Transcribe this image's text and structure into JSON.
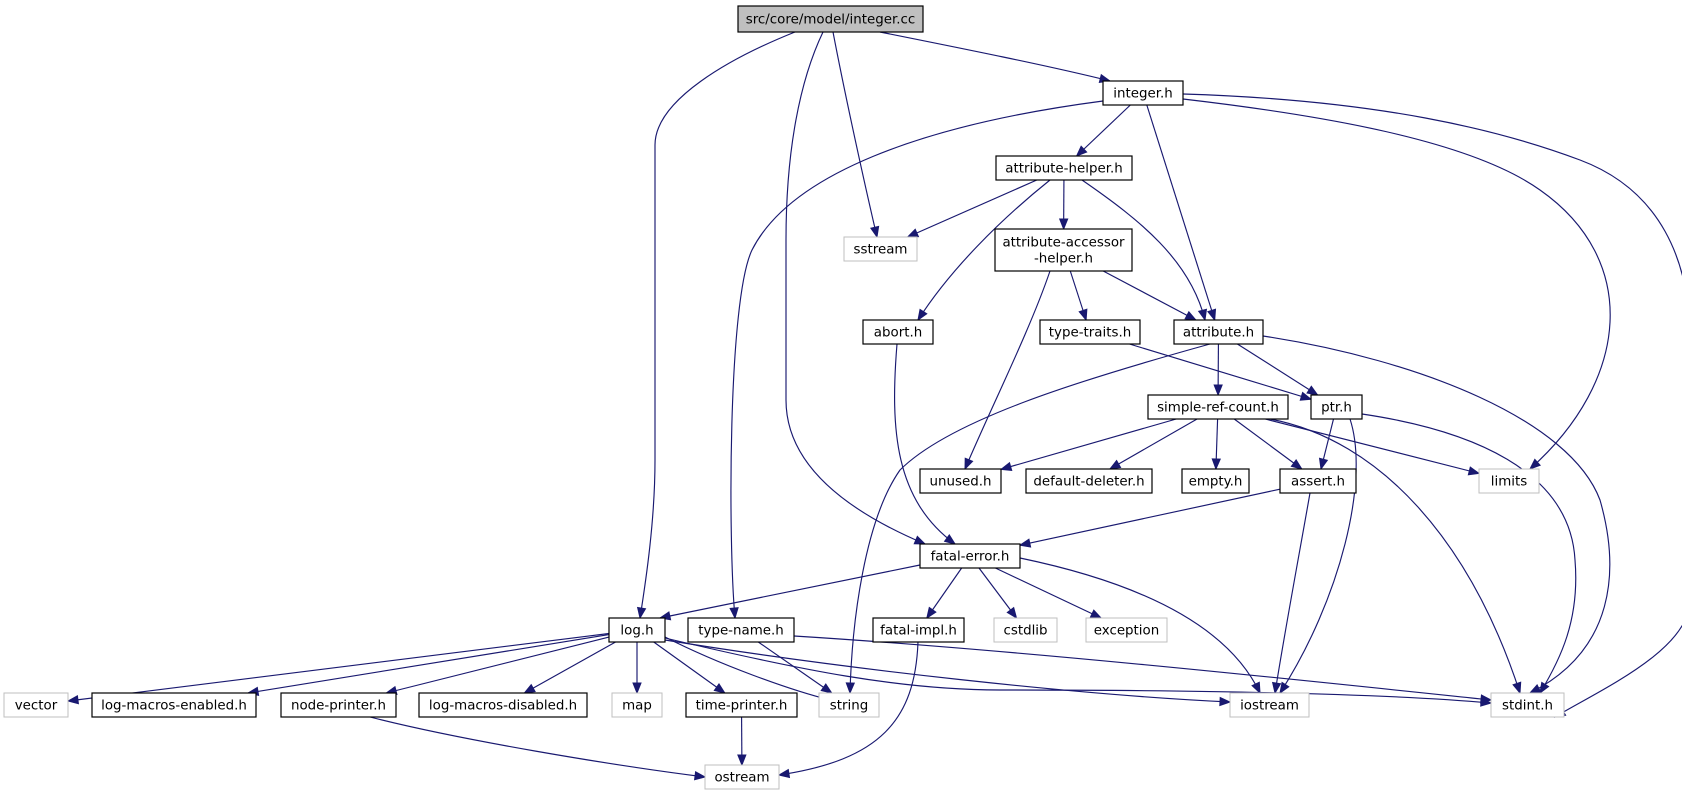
{
  "diagram": {
    "type": "include-dependency-graph",
    "nodes": [
      {
        "id": "integer_cc",
        "label": "src/core/model/integer.cc",
        "kind": "root"
      },
      {
        "id": "integer_h",
        "label": "integer.h",
        "kind": "documented"
      },
      {
        "id": "attribute_helper_h",
        "label": "attribute-helper.h",
        "kind": "documented"
      },
      {
        "id": "sstream",
        "label": "sstream",
        "kind": "external"
      },
      {
        "id": "attribute_accessor_helper_h",
        "label": "attribute-accessor\n-helper.h",
        "kind": "documented"
      },
      {
        "id": "abort_h",
        "label": "abort.h",
        "kind": "documented"
      },
      {
        "id": "type_traits_h",
        "label": "type-traits.h",
        "kind": "documented"
      },
      {
        "id": "attribute_h",
        "label": "attribute.h",
        "kind": "documented"
      },
      {
        "id": "simple_ref_count_h",
        "label": "simple-ref-count.h",
        "kind": "documented"
      },
      {
        "id": "ptr_h",
        "label": "ptr.h",
        "kind": "documented"
      },
      {
        "id": "unused_h",
        "label": "unused.h",
        "kind": "documented"
      },
      {
        "id": "default_deleter_h",
        "label": "default-deleter.h",
        "kind": "documented"
      },
      {
        "id": "empty_h",
        "label": "empty.h",
        "kind": "documented"
      },
      {
        "id": "assert_h",
        "label": "assert.h",
        "kind": "documented"
      },
      {
        "id": "limits",
        "label": "limits",
        "kind": "external"
      },
      {
        "id": "fatal_error_h",
        "label": "fatal-error.h",
        "kind": "documented"
      },
      {
        "id": "log_h",
        "label": "log.h",
        "kind": "documented"
      },
      {
        "id": "type_name_h",
        "label": "type-name.h",
        "kind": "documented"
      },
      {
        "id": "fatal_impl_h",
        "label": "fatal-impl.h",
        "kind": "documented"
      },
      {
        "id": "cstdlib",
        "label": "cstdlib",
        "kind": "external"
      },
      {
        "id": "exception",
        "label": "exception",
        "kind": "external"
      },
      {
        "id": "vector",
        "label": "vector",
        "kind": "external"
      },
      {
        "id": "log_macros_enabled_h",
        "label": "log-macros-enabled.h",
        "kind": "documented"
      },
      {
        "id": "node_printer_h",
        "label": "node-printer.h",
        "kind": "documented"
      },
      {
        "id": "log_macros_disabled_h",
        "label": "log-macros-disabled.h",
        "kind": "documented"
      },
      {
        "id": "map",
        "label": "map",
        "kind": "external"
      },
      {
        "id": "time_printer_h",
        "label": "time-printer.h",
        "kind": "documented"
      },
      {
        "id": "string",
        "label": "string",
        "kind": "external"
      },
      {
        "id": "iostream",
        "label": "iostream",
        "kind": "external"
      },
      {
        "id": "stdint_h",
        "label": "stdint.h",
        "kind": "external"
      },
      {
        "id": "ostream",
        "label": "ostream",
        "kind": "external"
      }
    ],
    "edges": [
      [
        "integer_cc",
        "log_h"
      ],
      [
        "integer_cc",
        "fatal_error_h"
      ],
      [
        "integer_cc",
        "sstream"
      ],
      [
        "integer_cc",
        "integer_h"
      ],
      [
        "integer_h",
        "type_name_h"
      ],
      [
        "integer_h",
        "attribute_helper_h"
      ],
      [
        "integer_h",
        "attribute_h"
      ],
      [
        "integer_h",
        "limits"
      ],
      [
        "integer_h",
        "stdint_h"
      ],
      [
        "attribute_helper_h",
        "sstream"
      ],
      [
        "attribute_helper_h",
        "abort_h"
      ],
      [
        "attribute_helper_h",
        "attribute_accessor_helper_h"
      ],
      [
        "attribute_helper_h",
        "attribute_h"
      ],
      [
        "attribute_accessor_helper_h",
        "unused_h"
      ],
      [
        "attribute_accessor_helper_h",
        "type_traits_h"
      ],
      [
        "attribute_accessor_helper_h",
        "attribute_h"
      ],
      [
        "abort_h",
        "fatal_error_h"
      ],
      [
        "type_traits_h",
        "ptr_h"
      ],
      [
        "attribute_h",
        "string"
      ],
      [
        "attribute_h",
        "simple_ref_count_h"
      ],
      [
        "attribute_h",
        "ptr_h"
      ],
      [
        "attribute_h",
        "stdint_h"
      ],
      [
        "simple_ref_count_h",
        "unused_h"
      ],
      [
        "simple_ref_count_h",
        "default_deleter_h"
      ],
      [
        "simple_ref_count_h",
        "empty_h"
      ],
      [
        "simple_ref_count_h",
        "assert_h"
      ],
      [
        "simple_ref_count_h",
        "limits"
      ],
      [
        "simple_ref_count_h",
        "stdint_h"
      ],
      [
        "ptr_h",
        "assert_h"
      ],
      [
        "ptr_h",
        "iostream"
      ],
      [
        "ptr_h",
        "stdint_h"
      ],
      [
        "assert_h",
        "fatal_error_h"
      ],
      [
        "assert_h",
        "iostream"
      ],
      [
        "fatal_error_h",
        "log_h"
      ],
      [
        "fatal_error_h",
        "fatal_impl_h"
      ],
      [
        "fatal_error_h",
        "cstdlib"
      ],
      [
        "fatal_error_h",
        "exception"
      ],
      [
        "fatal_error_h",
        "iostream"
      ],
      [
        "log_h",
        "vector"
      ],
      [
        "log_h",
        "log_macros_enabled_h"
      ],
      [
        "log_h",
        "node_printer_h"
      ],
      [
        "log_h",
        "log_macros_disabled_h"
      ],
      [
        "log_h",
        "map"
      ],
      [
        "log_h",
        "time_printer_h"
      ],
      [
        "log_h",
        "string"
      ],
      [
        "log_h",
        "iostream"
      ],
      [
        "log_h",
        "stdint_h"
      ],
      [
        "type_name_h",
        "string"
      ],
      [
        "type_name_h",
        "stdint_h"
      ],
      [
        "fatal_impl_h",
        "ostream"
      ],
      [
        "time_printer_h",
        "ostream"
      ],
      [
        "node_printer_h",
        "ostream"
      ]
    ],
    "colors": {
      "edge": "#191970",
      "root_fill": "#bfbfbf",
      "documented_border": "#000000",
      "external_border": "#bfbfbf",
      "text": "#000000"
    }
  }
}
